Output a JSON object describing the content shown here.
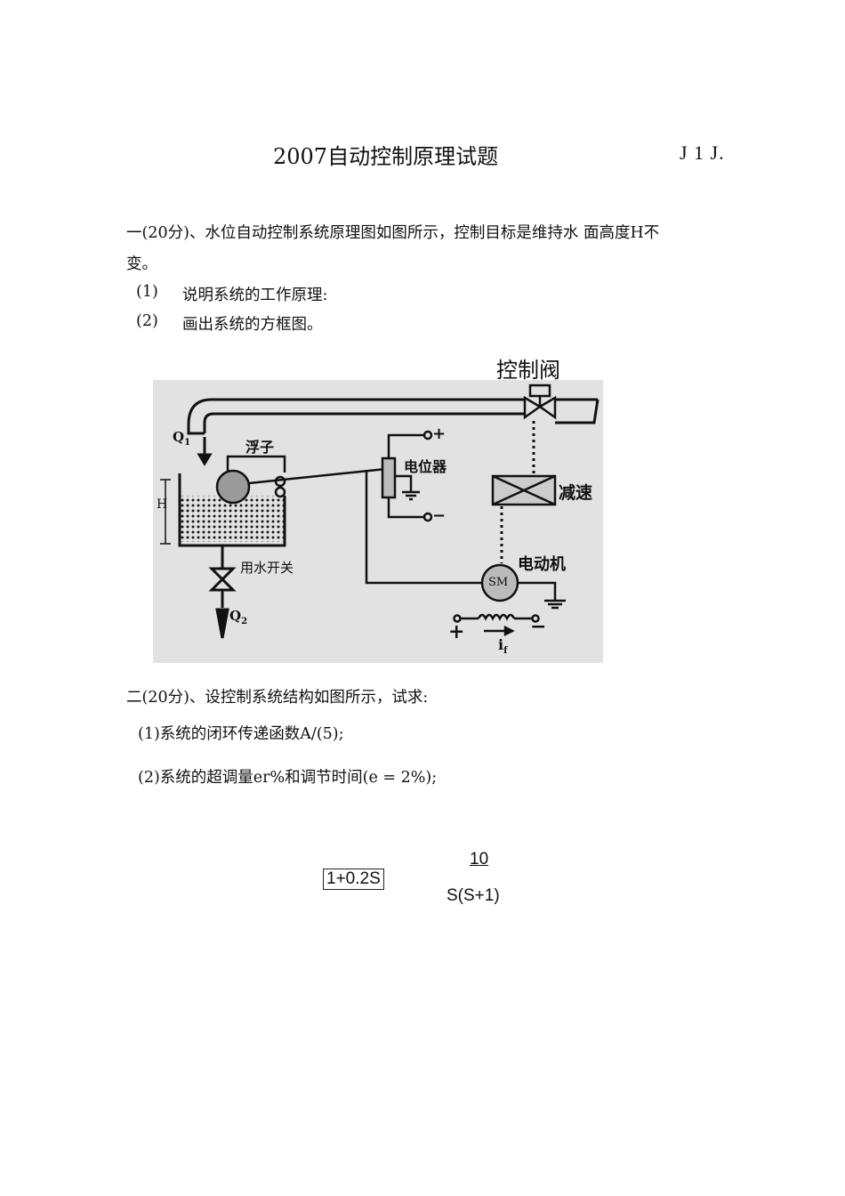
{
  "header": {
    "title": "2007自动控制原理试题",
    "code": "J 1 J."
  },
  "q1": {
    "text_line1": "一(20分)、水位自动控制系统原理图如图所示，控制目标是维持水 面高度H不",
    "text_line2": "变。",
    "items": [
      {
        "num": "(1)",
        "text": "说明系统的工作原理:"
      },
      {
        "num": "(2)",
        "text": "画出系统的方框图。"
      }
    ]
  },
  "figure1": {
    "valve_title": "控制阀",
    "labels": {
      "q1": "Q",
      "q1_sub": "1",
      "float": "浮子",
      "h": "H",
      "potentiometer": "电位器",
      "plus": "+",
      "minus": "−",
      "reducer": "减速",
      "switch": "用水开关",
      "motor": "电动机",
      "motor_sm": "SM",
      "q2": "Q",
      "q2_sub": "2",
      "field_plus": "+",
      "field_minus": "−",
      "if": "i",
      "if_sub": "f"
    }
  },
  "q2": {
    "text": "二(20分)、设控制系统结构如图所示，试求:",
    "items": [
      "(1)系统的闭环传递函数A/(5);",
      "(2)系统的超调量er%和调节时间(e = 2%);"
    ]
  },
  "figure2": {
    "block1": "1+0.2S",
    "numerator": "10",
    "denominator": "S(S+1)"
  }
}
